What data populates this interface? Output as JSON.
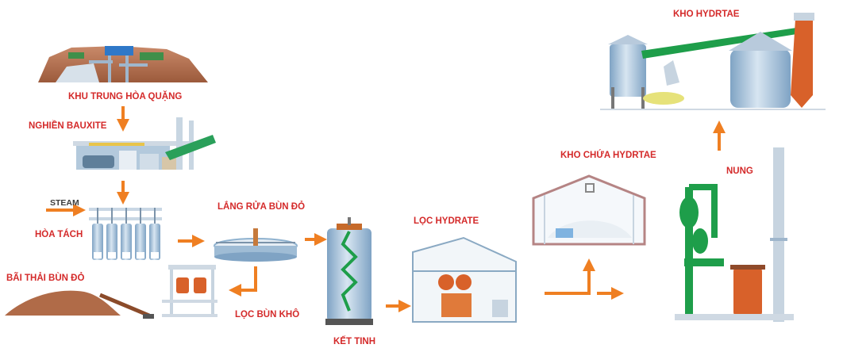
{
  "labels": {
    "ore_yard": "KHU TRUNG HÒA QUẶNG",
    "grinding": "NGHIỀN BAUXITE",
    "steam": "STEAM",
    "digestion": "HÒA TÁCH",
    "red_mud_wash": "LẮNG RỬA BÙN ĐỎ",
    "red_mud_dump": "BÃI THẢI BÙN ĐỎ",
    "mud_filter": "LỌC BÙN KHÔ",
    "crystallization": "KẾT TINH",
    "hydrate_filter": "LỌC HYDRATE",
    "hydrate_storage": "KHO CHỨA HYDRTAE",
    "calcination": "NUNG",
    "hydrate_warehouse": "KHO HYDRTAE"
  },
  "colors": {
    "label_red": "#d42a2a",
    "arrow_orange": "#ef7f22",
    "pipe_green": "#1e9e4a",
    "steel_blue": "#8fb2cf",
    "rust_orange": "#d8612a",
    "mud_brown": "#b4704a"
  }
}
